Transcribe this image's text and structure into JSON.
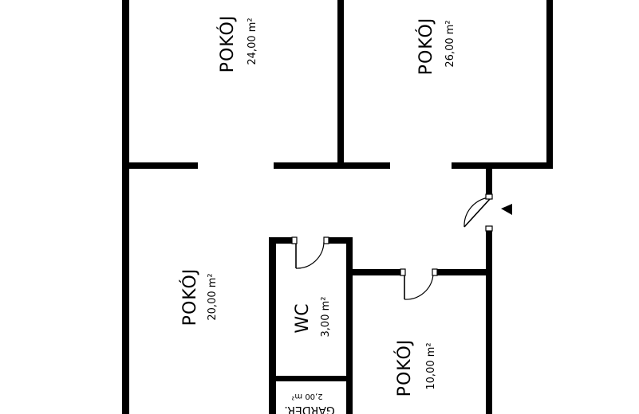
{
  "rooms": {
    "top_left": {
      "name": "POKÓJ",
      "area": "24,00 m²"
    },
    "top_right": {
      "name": "POKÓJ",
      "area": "26,00 m²"
    },
    "left": {
      "name": "POKÓJ",
      "area": "20,00 m²"
    },
    "wc": {
      "name": "WC",
      "area": "3,00 m²"
    },
    "bottom_right": {
      "name": "POKÓJ",
      "area": "10,00 m²"
    },
    "storage": {
      "name": "GARDER.",
      "area": "2,00 m²"
    }
  },
  "entrance_marker": "entrance-arrow",
  "colors": {
    "wall": "#000000",
    "background": "#ffffff"
  }
}
